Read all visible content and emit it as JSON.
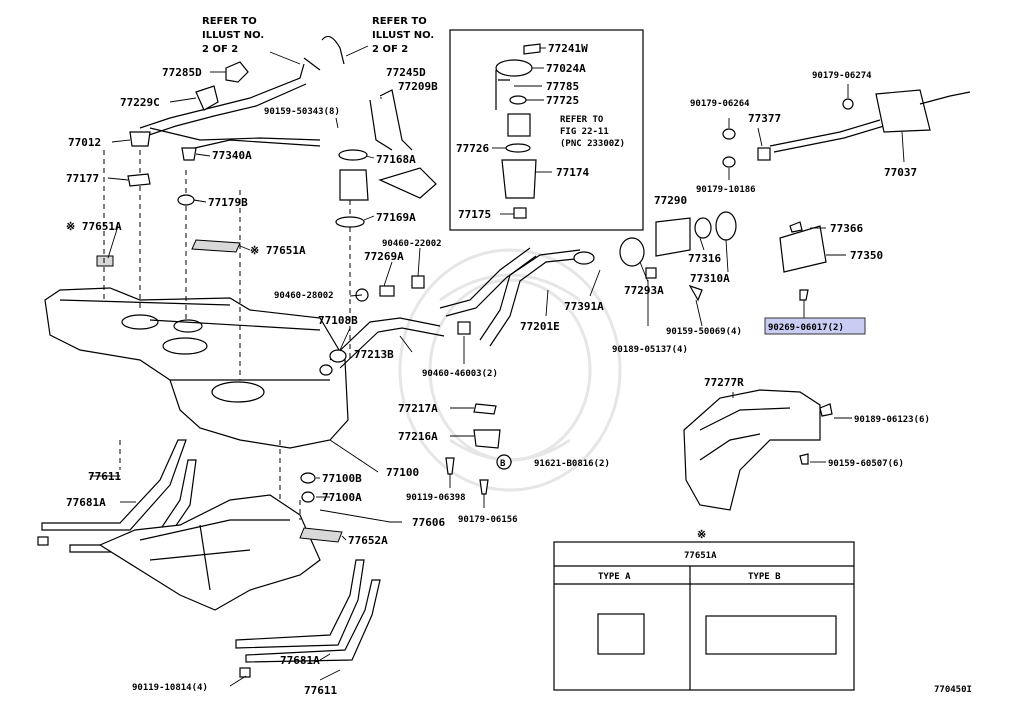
{
  "notes": {
    "refer_left": [
      "REFER TO",
      "ILLUST NO.",
      "2 OF 2"
    ],
    "refer_right": [
      "REFER TO",
      "ILLUST NO.",
      "2 OF 2"
    ],
    "refer_fig": [
      "REFER TO",
      "FIG 22-11",
      "(PNC 23300Z)"
    ]
  },
  "labels": {
    "p77285D": "77285D",
    "p77229C": "77229C",
    "p77012": "77012",
    "p77340A": "77340A",
    "p77177": "77177",
    "p77179B": "77179B",
    "p77651A_left": "※ 77651A",
    "p77651A_mid": "※ 77651A",
    "p77245D": "77245D",
    "p77209B": "77209B",
    "p90159_50343": "90159-50343(8)",
    "p77168A": "77168A",
    "p77169A": "77169A",
    "p77241W": "77241W",
    "p77024A": "77024A",
    "p77785": "77785",
    "p77725": "77725",
    "p77726": "77726",
    "p77174": "77174",
    "p77175": "77175",
    "p90179_06274": "90179-06274",
    "p90179_06264": "90179-06264",
    "p77377": "77377",
    "p90179_10186": "90179-10186",
    "p77037": "77037",
    "p77290": "77290",
    "p77366": "77366",
    "p77350": "77350",
    "p77316": "77316",
    "p77310A": "77310A",
    "p77293A": "77293A",
    "p77391A": "77391A",
    "p77201E": "77201E",
    "p90159_50069": "90159-50069(4)",
    "p90189_05137": "90189-05137(4)",
    "p90269_06017": "90269-06017(2)",
    "p90460_22002": "90460-22002",
    "p77269A": "77269A",
    "p90460_28002": "90460-28002",
    "p77108B": "77108B",
    "p77213B": "77213B",
    "p90460_46003": "90460-46003(2)",
    "p77217A": "77217A",
    "p77216A": "77216A",
    "p91621_B0816": "91621-B0816(2)",
    "p90119_06398": "90119-06398",
    "p90179_06156": "90179-06156",
    "p77100B": "77100B",
    "p77100": "77100",
    "p77100A": "77100A",
    "p77611_top": "77611",
    "p77681A_top": "77681A",
    "p77606": "77606",
    "p77652A": "77652A",
    "p77681A_bot": "77681A",
    "p77611_bot": "77611",
    "p90119_10814": "90119-10814(4)",
    "p77277R": "77277R",
    "p90189_06123": "90189-06123(6)",
    "p90159_60507": "90159-60507(6)"
  },
  "circle_b": "B",
  "table": {
    "note_mark": "※",
    "title": "77651A",
    "col_a": "TYPE A",
    "col_b": "TYPE B"
  },
  "figure_code": "770450I",
  "highlight_color": "#c9cdf4"
}
